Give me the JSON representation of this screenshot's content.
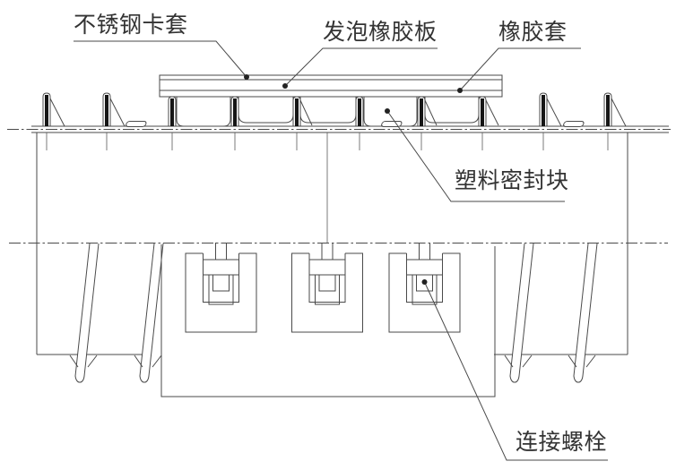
{
  "labels": {
    "stainless_steel_clamp_sleeve": "不锈钢卡套",
    "foamed_rubber_sheet": "发泡橡胶板",
    "rubber_sleeve": "橡胶套",
    "plastic_sealing_block": "塑料密封块",
    "connecting_bolt": "连接螺栓"
  },
  "colors": {
    "background": "#ffffff",
    "line": "#4a4a4a",
    "rib_fill": "#161616",
    "label_text": "#333333"
  }
}
